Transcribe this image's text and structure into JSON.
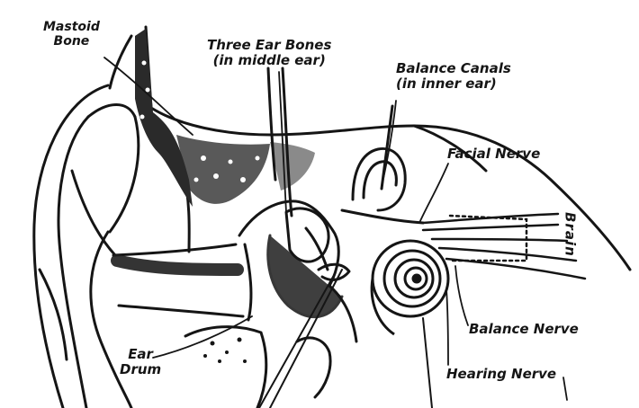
{
  "labels": {
    "mastoid_bone": [
      "Mastoid",
      "Bone"
    ],
    "three_ear_bones": {
      "line1": "Three Ear Bones",
      "line2_pre": "(in ",
      "line2_bold": "middle",
      "line2_post": " ear)"
    },
    "balance_canals": [
      "Balance Canals",
      "(in inner ear)"
    ],
    "facial_nerve": "Facial Nerve",
    "brain": "Brain",
    "balance_nerve": "Balance Nerve",
    "ear_drum": [
      "Ear",
      "Drum"
    ],
    "hearing_nerve": "Hearing Nerve"
  },
  "colors": {
    "ink": "#151515",
    "paper": "#ffffff",
    "shade": "#2a2a2a"
  }
}
